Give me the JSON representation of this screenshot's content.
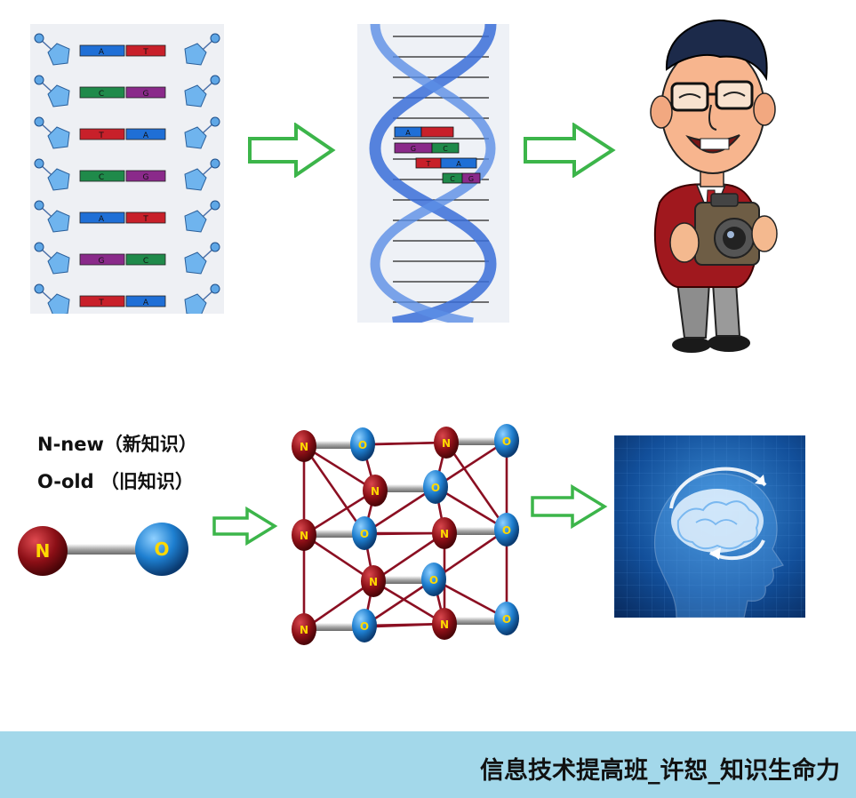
{
  "legend": {
    "n_line": "N-new（新知识）",
    "o_line": "O-old （旧知识）"
  },
  "atom_labels": {
    "n": "N",
    "o": "O"
  },
  "dna_bases": {
    "a": "A",
    "t": "T",
    "c": "C",
    "g": "G"
  },
  "footer": {
    "title": "信息技术提高班_许恕_知识生命力"
  },
  "colors": {
    "arrow_outline": "#3cb54a",
    "n_atom": "#8b0f16",
    "o_atom": "#1e7fd0",
    "lattice_link": "#8b0f22",
    "footer_bg": "#a3d8ea",
    "brain_bg": "#0d3a7a"
  },
  "icons": {
    "dna_ladder": "dna-ladder-icon",
    "dna_helix": "dna-helix-icon",
    "cartoon_photographer": "cartoon-photographer-icon",
    "brain_head": "brain-head-icon",
    "arrow": "right-arrow-icon"
  }
}
